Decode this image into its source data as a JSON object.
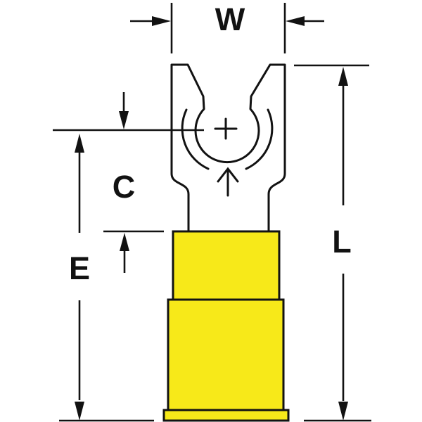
{
  "page": {
    "background": "#ffffff"
  },
  "diagram": {
    "title": "Locking fork terminal with insulated barrel - dimensional line drawing",
    "view": "front view, terminal pointing up",
    "colors": {
      "line": "#121212",
      "insulation": "#F7E919",
      "background": "#ffffff"
    },
    "labels": {
      "w": "W",
      "c": "C",
      "e": "E",
      "l": "L"
    },
    "marks": {
      "hole_center": "+"
    }
  }
}
